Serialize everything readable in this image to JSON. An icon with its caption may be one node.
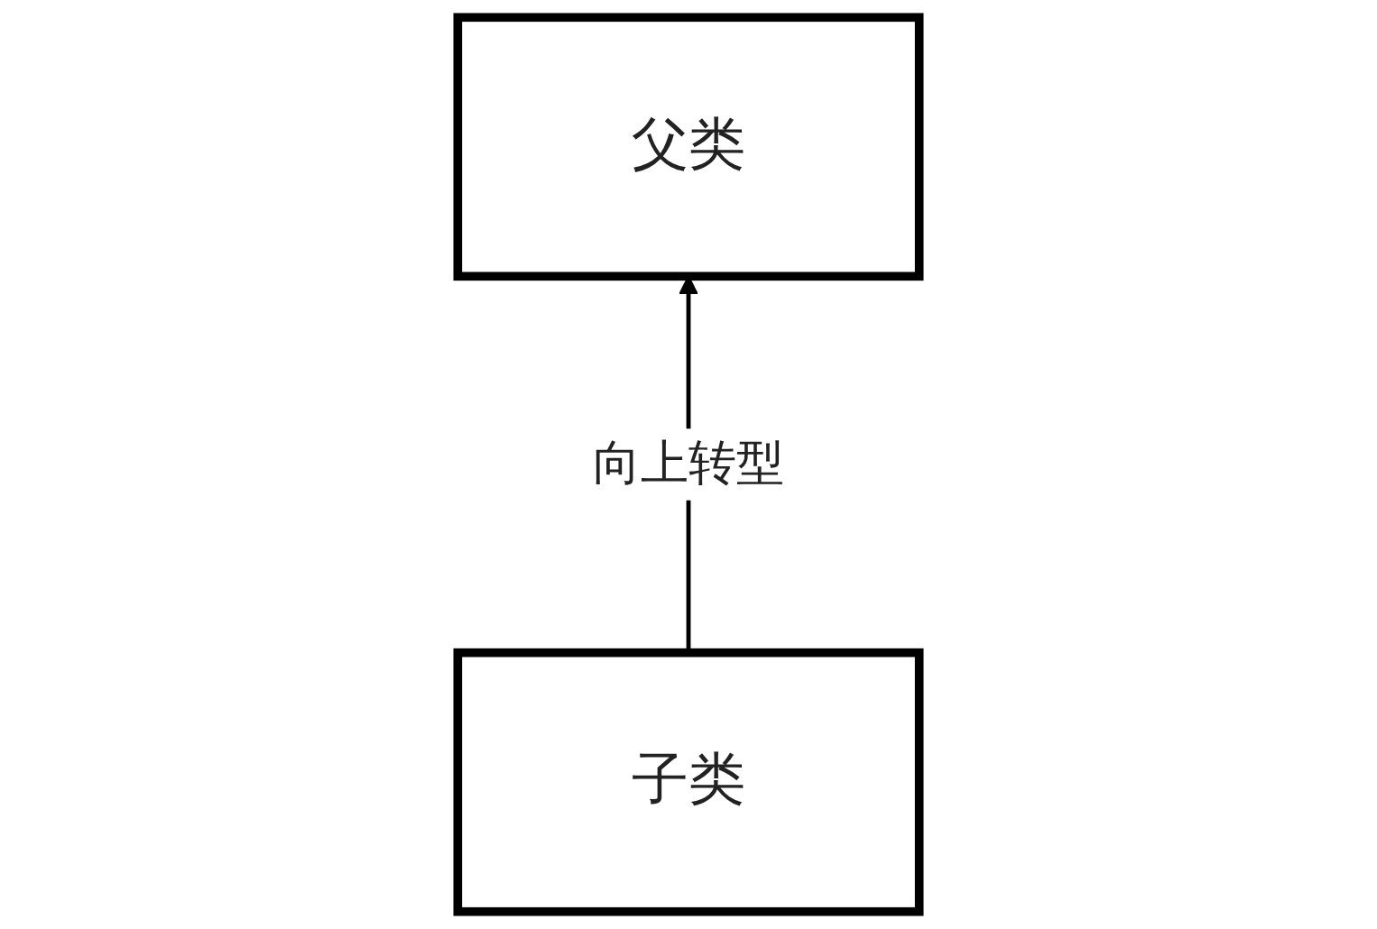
{
  "diagram": {
    "nodes": [
      {
        "text": [
          "父类"
        ]
      },
      {
        "text": [
          "子类"
        ]
      }
    ],
    "edges": [
      {
        "from": 1,
        "to": 0,
        "arrow": "to",
        "label": "向上转型"
      }
    ]
  }
}
